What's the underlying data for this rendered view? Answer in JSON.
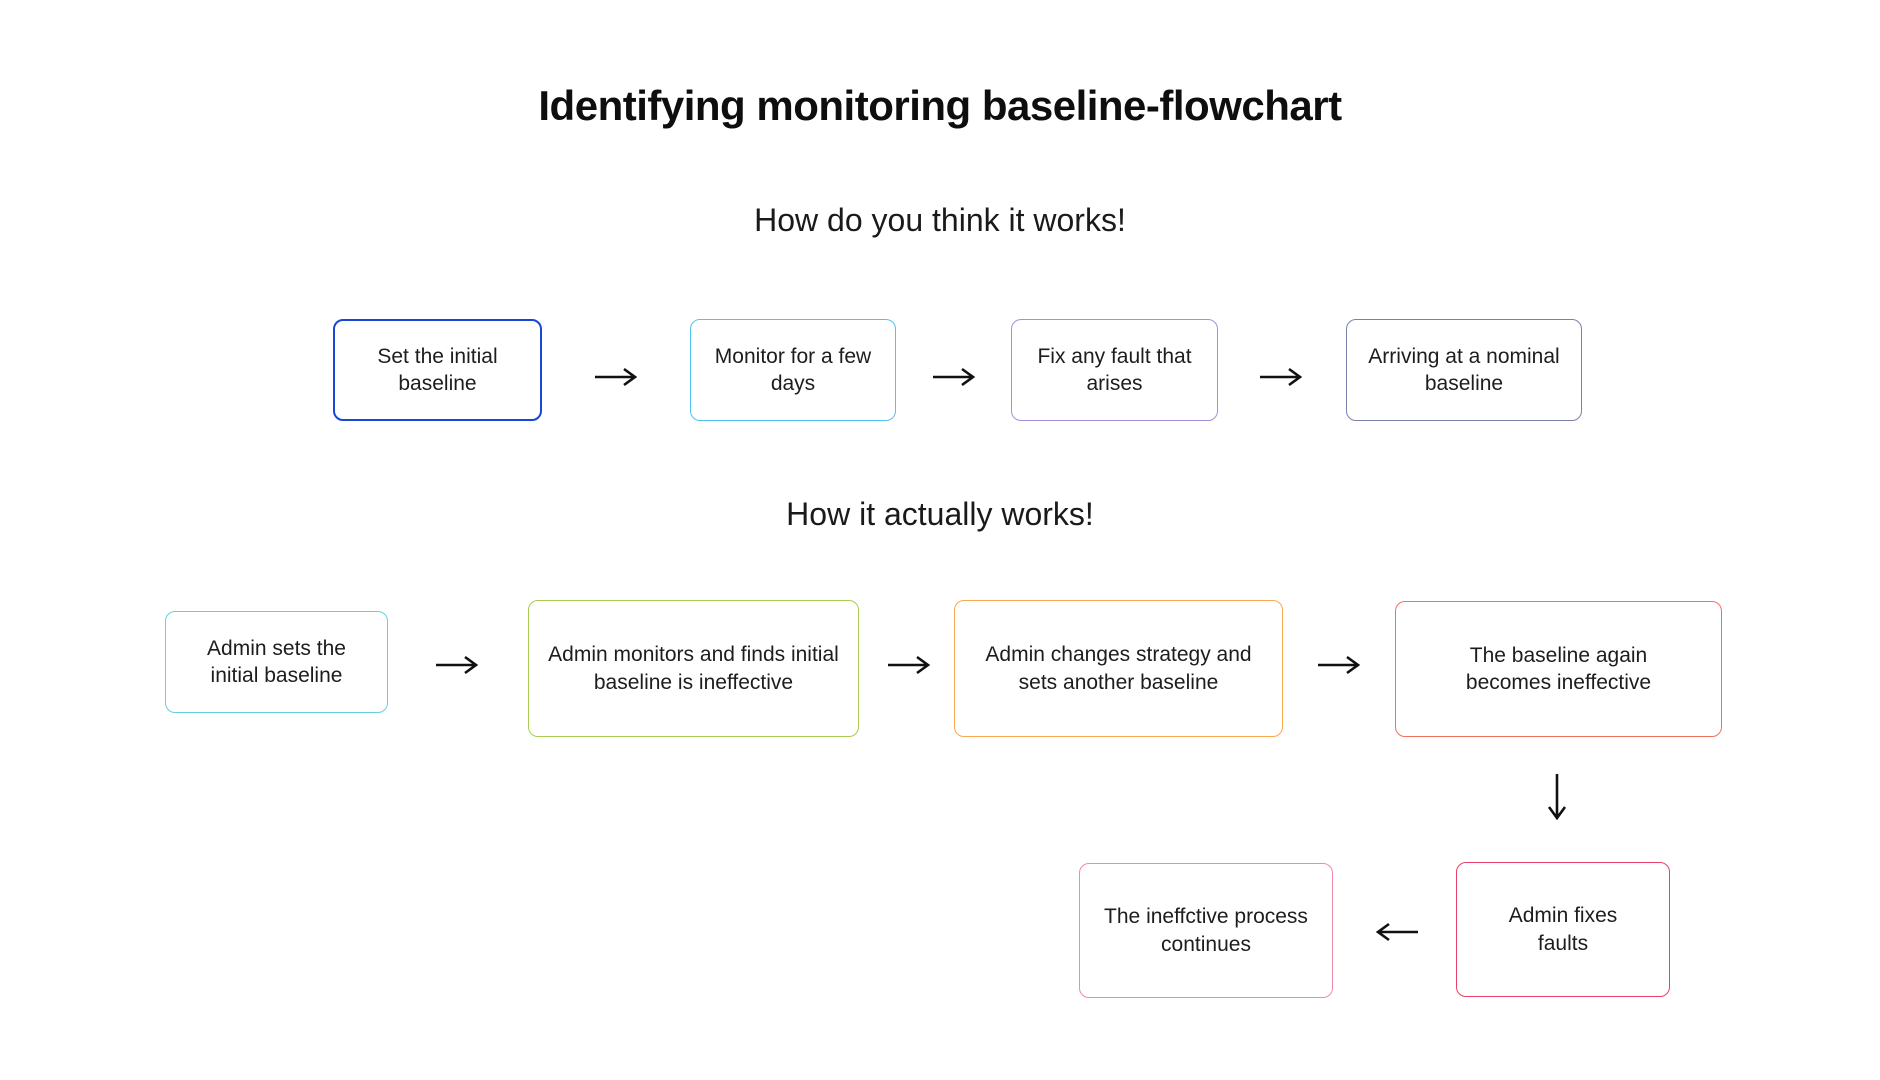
{
  "title": "Identifying monitoring baseline-flowchart",
  "sections": [
    {
      "heading": "How do you think it works!",
      "nodes": [
        {
          "label": "Set the initial baseline",
          "border_color": "#1847d8"
        },
        {
          "label": "Monitor for a few days",
          "border_color": "#55c1f0"
        },
        {
          "label": "Fix any fault that arises",
          "border_color": "#a78fd8"
        },
        {
          "label": "Arriving at a nominal baseline",
          "border_color": "#7b80aa"
        }
      ]
    },
    {
      "heading": "How it actually works!",
      "nodes": [
        {
          "label": "Admin sets the initial baseline",
          "border_color": "#64d2da"
        },
        {
          "label": "Admin monitors and finds initial baseline is ineffective",
          "border_color": "#a8cb53"
        },
        {
          "label": "Admin changes strategy and sets another baseline",
          "border_color": "#f8a954"
        },
        {
          "label": "The baseline again becomes ineffective",
          "border_color": "#f4705c"
        },
        {
          "label": "Admin fixes faults",
          "border_color": "#e8406a"
        },
        {
          "label": "The ineffctive process continues",
          "border_color": "#f08ba6"
        }
      ]
    }
  ],
  "icons": {
    "arrow-right-icon": "⟶",
    "arrow-down-icon": "↓",
    "arrow-left-icon": "⟵"
  },
  "colors": {
    "background": "#ffffff",
    "text": "#1d1d1d",
    "arrow": "#111111"
  }
}
